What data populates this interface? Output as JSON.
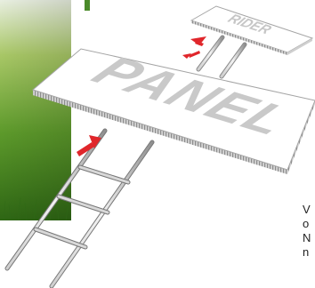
{
  "diagram": {
    "panel_text": "PANEL",
    "rider_text": "RIDER"
  },
  "caption": {
    "line1": "V",
    "line2": "o",
    "line3": "N",
    "line4": "n"
  },
  "colors": {
    "grass_light": "#9cc24a",
    "grass_dark": "#3f7a1d",
    "accent_bar": "#4a8a2a",
    "board_face": "#ffffff",
    "board_edge": "#b9b9b9",
    "board_text": "#c9c9c9",
    "wire": "#9a9a9a",
    "arrow": "#e0262b"
  },
  "icons": [
    "arrow-left-icon",
    "arrow-up-right-icon"
  ]
}
